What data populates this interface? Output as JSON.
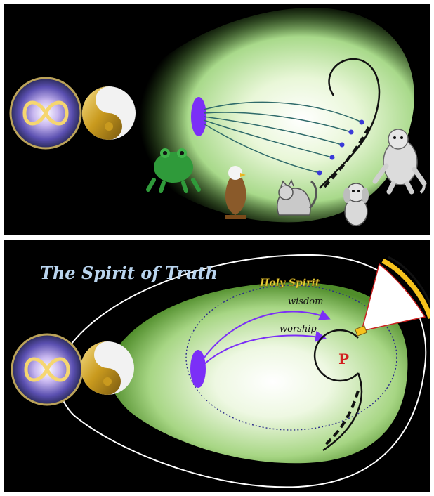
{
  "top_panel": {
    "animals": [
      "frog",
      "eagle",
      "cat",
      "monkey",
      "dog"
    ]
  },
  "bottom_panel": {
    "title": "The Spirit  of Truth",
    "holy_spirit_label": "Holy Spirit",
    "wisdom_label": "wisdom",
    "worship_label": "worship",
    "p_label": "P"
  },
  "colors": {
    "glow_center": "#ffffff",
    "glow_edge": "#5fa83a",
    "violet_disc": "#7b2ff7",
    "gold": "#d9b030",
    "holy_spirit_text": "#e8d23a",
    "title_text": "#b9d4ee",
    "p_text": "#d21f1f",
    "arc_yellow": "#f6c21c"
  }
}
